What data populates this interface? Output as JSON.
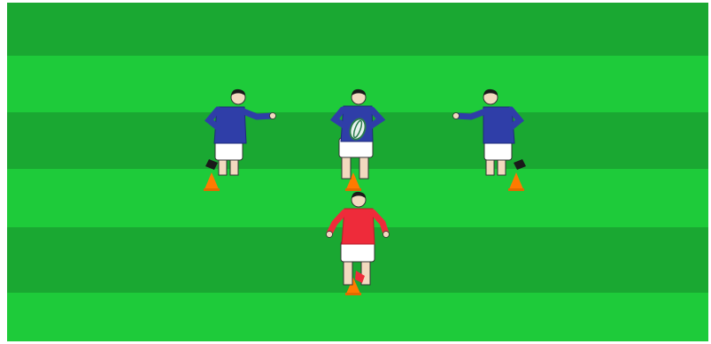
{
  "field": {
    "stripe_colors": [
      "#1aa832",
      "#1ecb3a"
    ],
    "stripe_count": 6
  },
  "colors": {
    "blue_jersey": "#2f3ea8",
    "red_jersey": "#ee2b3a",
    "shorts": "#ffffff",
    "skin": "#f2d9bf",
    "hair": "#1a1a1a",
    "cone": "#ff7a00",
    "ball": "#e9f2ee",
    "ball_stripe": "#2a7b4d"
  },
  "players": [
    {
      "name": "left-attacker",
      "team": "blue"
    },
    {
      "name": "ball-carrier",
      "team": "blue",
      "has_ball": true
    },
    {
      "name": "right-attacker",
      "team": "blue"
    },
    {
      "name": "defender",
      "team": "red"
    }
  ],
  "cones": [
    {
      "name": "cone-left"
    },
    {
      "name": "cone-center"
    },
    {
      "name": "cone-right"
    },
    {
      "name": "cone-bottom"
    }
  ]
}
